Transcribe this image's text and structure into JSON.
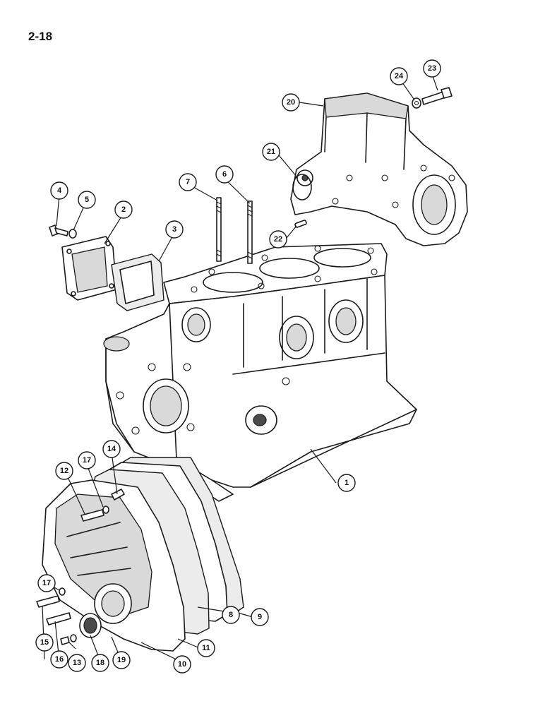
{
  "page_number": "2-18",
  "callouts": [
    {
      "id": "c1",
      "label": "1"
    },
    {
      "id": "c2",
      "label": "2"
    },
    {
      "id": "c3",
      "label": "3"
    },
    {
      "id": "c4",
      "label": "4"
    },
    {
      "id": "c5",
      "label": "5"
    },
    {
      "id": "c6",
      "label": "6"
    },
    {
      "id": "c7",
      "label": "7"
    },
    {
      "id": "c8",
      "label": "8"
    },
    {
      "id": "c9",
      "label": "9"
    },
    {
      "id": "c10",
      "label": "10"
    },
    {
      "id": "c11",
      "label": "11"
    },
    {
      "id": "c12",
      "label": "12"
    },
    {
      "id": "c13",
      "label": "13"
    },
    {
      "id": "c14",
      "label": "14"
    },
    {
      "id": "c15",
      "label": "15"
    },
    {
      "id": "c16",
      "label": "16"
    },
    {
      "id": "c17a",
      "label": "17"
    },
    {
      "id": "c17b",
      "label": "17"
    },
    {
      "id": "c18",
      "label": "18"
    },
    {
      "id": "c19",
      "label": "19"
    },
    {
      "id": "c20",
      "label": "20"
    },
    {
      "id": "c21",
      "label": "21"
    },
    {
      "id": "c22",
      "label": "22"
    },
    {
      "id": "c23",
      "label": "23"
    },
    {
      "id": "c24",
      "label": "24"
    }
  ]
}
